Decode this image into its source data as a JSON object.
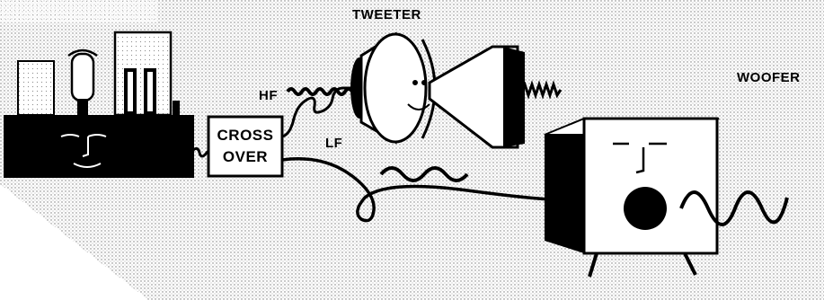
{
  "labels": {
    "tweeter": "TWEETER",
    "woofer": "WOOFER",
    "hf": "HF",
    "lf": "LF",
    "crossover_line1": "CROSS",
    "crossover_line2": "OVER"
  },
  "colors": {
    "ink": "#000000",
    "paper": "#ffffff",
    "stipple": "#8a8a8a"
  }
}
